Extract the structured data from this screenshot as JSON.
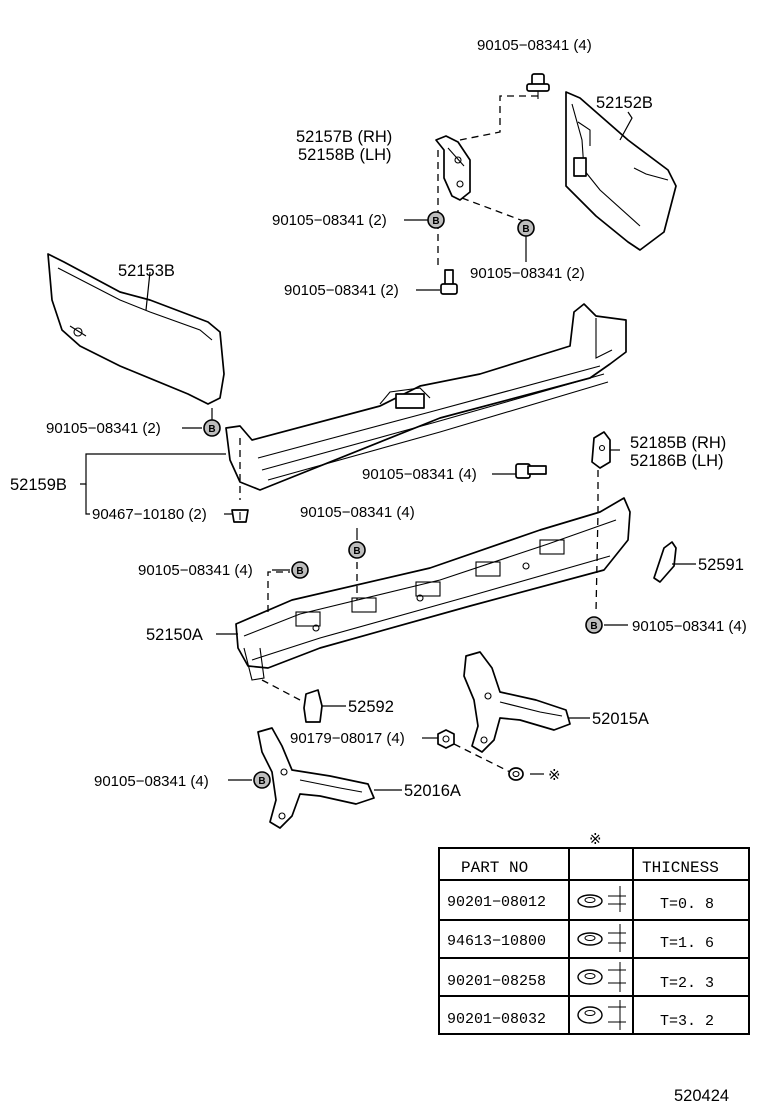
{
  "diagram": {
    "page_code": "520424",
    "badge_letter": "B",
    "note_symbol": "※",
    "labels": {
      "bolt_top": "90105−08341 (4)",
      "p52152B": "52152B",
      "p52157B": "52157B (RH)",
      "p52158B": "52158B (LH)",
      "bolt_mid_left": "90105−08341 (2)",
      "bolt_mid_right": "90105−08341 (2)",
      "bolt_lower_left": "90105−08341 (2)",
      "p52153B": "52153B",
      "bolt_cover_left": "90105−08341 (2)",
      "p52185B": "52185B (RH)",
      "p52186B": "52186B (LH)",
      "bolt_bracket": "90105−08341 (4)",
      "p52159B": "52159B",
      "clip": "90467−10180 (2)",
      "bolt_center": "90105−08341 (4)",
      "bolt_left": "90105−08341 (4)",
      "p52591": "52591",
      "p52150A": "52150A",
      "bolt_right": "90105−08341 (4)",
      "p52592": "52592",
      "p52015A": "52015A",
      "nut": "90179−08017 (4)",
      "bolt_bottom_left": "90105−08341 (4)",
      "p52016A": "52016A"
    }
  },
  "table": {
    "header_symbol": "※",
    "columns": [
      "PART NO",
      "",
      "THICNESS"
    ],
    "rows": [
      {
        "part_no": "90201−08012",
        "thickness": "T=0. 8"
      },
      {
        "part_no": "94613−10800",
        "thickness": "T=1. 6"
      },
      {
        "part_no": "90201−08258",
        "thickness": "T=2. 3"
      },
      {
        "part_no": "90201−08032",
        "thickness": "T=3. 2"
      }
    ]
  }
}
